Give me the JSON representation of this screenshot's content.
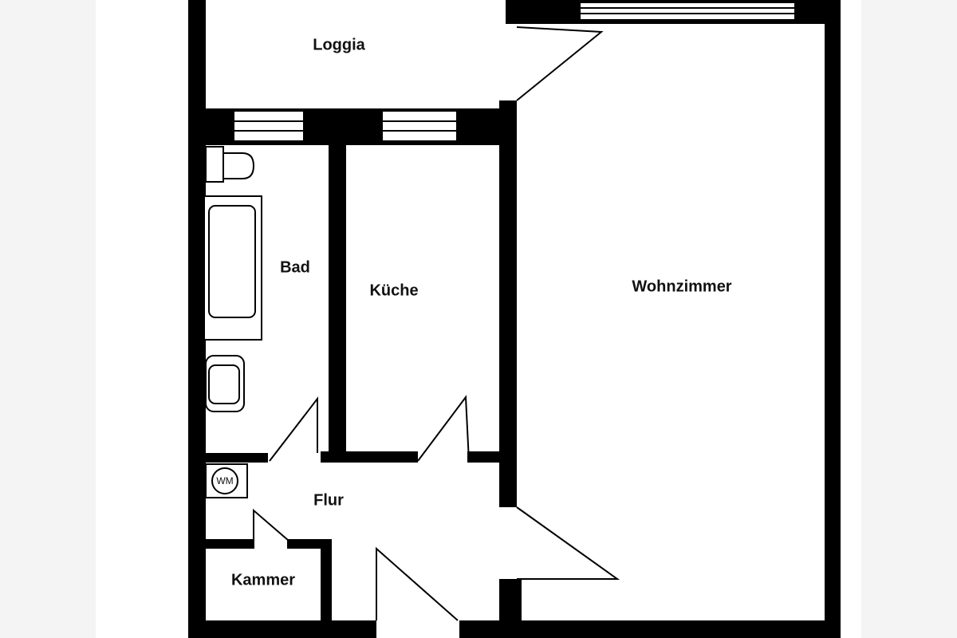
{
  "rooms": {
    "loggia": "Loggia",
    "bad": "Bad",
    "kueche": "Küche",
    "wohnzimmer": "Wohnzimmer",
    "flur": "Flur",
    "kammer": "Kammer"
  },
  "fixtures": {
    "washing_machine": "WM"
  },
  "colors": {
    "wall": "#000000",
    "floor": "#ffffff",
    "background": "#f4f4f4"
  }
}
